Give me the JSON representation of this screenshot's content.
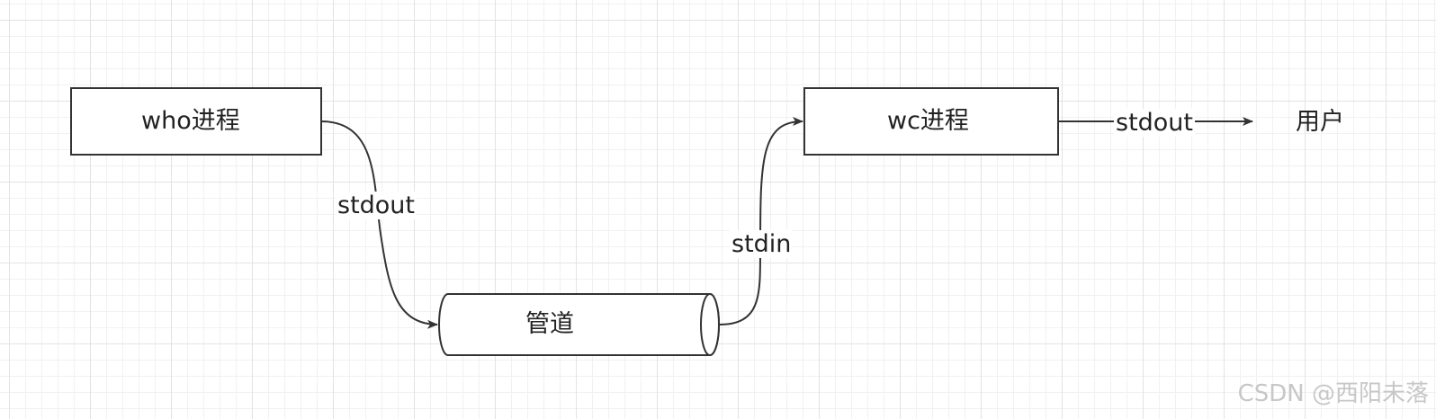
{
  "nodes": {
    "who_process": "who进程",
    "wc_process": "wc进程",
    "pipe": "管道",
    "user": "用户"
  },
  "edges": {
    "who_to_pipe": "stdout",
    "pipe_to_wc": "stdin",
    "wc_to_user": "stdout"
  },
  "watermark": "CSDN @西阳未落",
  "colors": {
    "stroke": "#333333",
    "text": "#222222",
    "grid": "#e3e3e3",
    "watermark": "#c7c7c7"
  }
}
